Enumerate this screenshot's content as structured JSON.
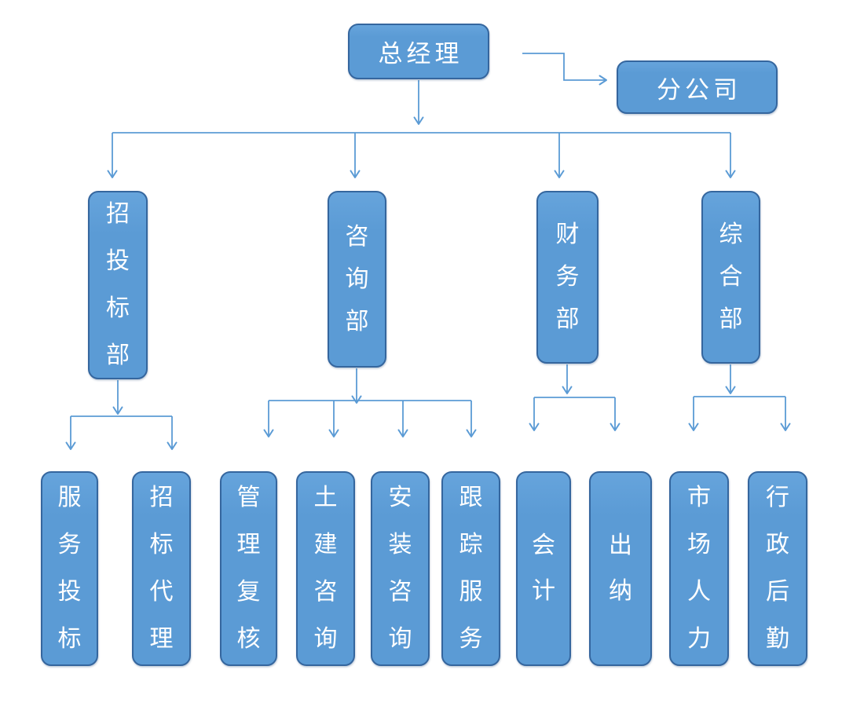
{
  "org_chart": {
    "root": {
      "label": "总经理"
    },
    "affiliate": {
      "label": "分公司"
    },
    "departments": [
      {
        "label": "招投标部",
        "children": [
          {
            "label": "服务投标"
          },
          {
            "label": "招标代理"
          }
        ]
      },
      {
        "label": "咨询部",
        "children": [
          {
            "label": "管理复核"
          },
          {
            "label": "土建咨询"
          },
          {
            "label": "安装咨询"
          },
          {
            "label": "跟踪服务"
          }
        ]
      },
      {
        "label": "财务部",
        "children": [
          {
            "label": "会计"
          },
          {
            "label": "出纳"
          }
        ]
      },
      {
        "label": "综合部",
        "children": [
          {
            "label": "市场人力"
          },
          {
            "label": "行政后勤"
          }
        ]
      }
    ]
  },
  "colors": {
    "background": "#ffffff",
    "node_fill": "#5b9bd5",
    "node_border": "#35669e",
    "node_text": "#ffffff",
    "connector": "#5b9bd5"
  }
}
